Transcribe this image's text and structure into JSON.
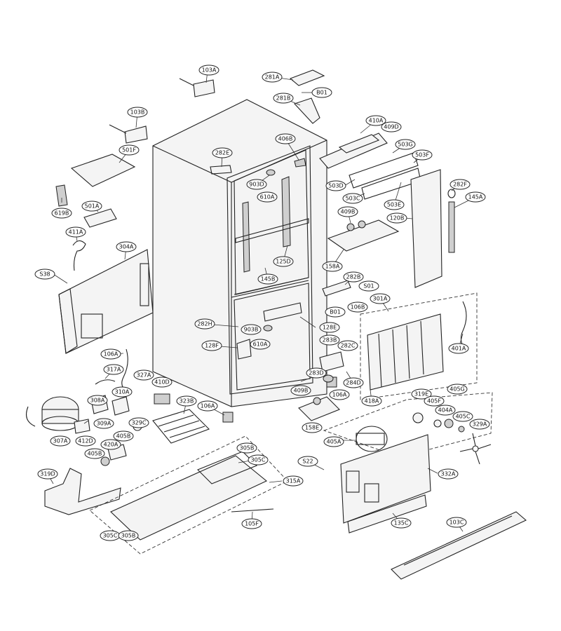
{
  "callouts": [
    {
      "id": "103A",
      "label": "103A"
    },
    {
      "id": "281A",
      "label": "281A"
    },
    {
      "id": "B01a",
      "label": "B01"
    },
    {
      "id": "281B",
      "label": "281B"
    },
    {
      "id": "103B",
      "label": "103B"
    },
    {
      "id": "406B",
      "label": "406B"
    },
    {
      "id": "410A",
      "label": "410A"
    },
    {
      "id": "409D",
      "label": "409D"
    },
    {
      "id": "501F",
      "label": "501F"
    },
    {
      "id": "282E",
      "label": "282E"
    },
    {
      "id": "503G",
      "label": "503G"
    },
    {
      "id": "503F",
      "label": "503F"
    },
    {
      "id": "903D",
      "label": "903D"
    },
    {
      "id": "610Aa",
      "label": "610A"
    },
    {
      "id": "503D",
      "label": "503D"
    },
    {
      "id": "282F",
      "label": "282F"
    },
    {
      "id": "145A",
      "label": "145A"
    },
    {
      "id": "619B",
      "label": "619B"
    },
    {
      "id": "503C",
      "label": "503C"
    },
    {
      "id": "503E",
      "label": "503E"
    },
    {
      "id": "501A",
      "label": "501A"
    },
    {
      "id": "409B",
      "label": "409B"
    },
    {
      "id": "120B",
      "label": "120B"
    },
    {
      "id": "411A",
      "label": "411A"
    },
    {
      "id": "304A",
      "label": "304A"
    },
    {
      "id": "125D",
      "label": "125D"
    },
    {
      "id": "158A",
      "label": "158A"
    },
    {
      "id": "S38",
      "label": "S38"
    },
    {
      "id": "145B",
      "label": "145B"
    },
    {
      "id": "282B",
      "label": "282B"
    },
    {
      "id": "S01",
      "label": "S01"
    },
    {
      "id": "301A",
      "label": "301A"
    },
    {
      "id": "106B",
      "label": "106B"
    },
    {
      "id": "B01b",
      "label": "B01"
    },
    {
      "id": "282H",
      "label": "282H"
    },
    {
      "id": "903B",
      "label": "903B"
    },
    {
      "id": "128E",
      "label": "128E"
    },
    {
      "id": "283B",
      "label": "283B"
    },
    {
      "id": "282C",
      "label": "282C"
    },
    {
      "id": "128F",
      "label": "128F"
    },
    {
      "id": "610Ab",
      "label": "610A"
    },
    {
      "id": "401A",
      "label": "401A"
    },
    {
      "id": "106Aa",
      "label": "106A"
    },
    {
      "id": "317A",
      "label": "317A"
    },
    {
      "id": "327A",
      "label": "327A"
    },
    {
      "id": "283D",
      "label": "283D"
    },
    {
      "id": "284D",
      "label": "284D"
    },
    {
      "id": "410D",
      "label": "410D"
    },
    {
      "id": "310A",
      "label": "310A"
    },
    {
      "id": "409Bb",
      "label": "409B"
    },
    {
      "id": "106Ab",
      "label": "106A"
    },
    {
      "id": "418A",
      "label": "418A"
    },
    {
      "id": "319E",
      "label": "319E"
    },
    {
      "id": "405G",
      "label": "405G"
    },
    {
      "id": "323B",
      "label": "323B"
    },
    {
      "id": "308A",
      "label": "308A"
    },
    {
      "id": "106Ac",
      "label": "106A"
    },
    {
      "id": "405F",
      "label": "405F"
    },
    {
      "id": "404A",
      "label": "404A"
    },
    {
      "id": "405C",
      "label": "405C"
    },
    {
      "id": "309A",
      "label": "309A"
    },
    {
      "id": "329C",
      "label": "329C"
    },
    {
      "id": "158E",
      "label": "158E"
    },
    {
      "id": "329A",
      "label": "329A"
    },
    {
      "id": "307A",
      "label": "307A"
    },
    {
      "id": "412D",
      "label": "412D"
    },
    {
      "id": "405B",
      "label": "405B"
    },
    {
      "id": "405A",
      "label": "405A"
    },
    {
      "id": "420A",
      "label": "420A"
    },
    {
      "id": "405Bb",
      "label": "405B"
    },
    {
      "id": "305B",
      "label": "305B"
    },
    {
      "id": "305C",
      "label": "305C"
    },
    {
      "id": "S22",
      "label": "S22"
    },
    {
      "id": "332A",
      "label": "332A"
    },
    {
      "id": "319D",
      "label": "319D"
    },
    {
      "id": "315A",
      "label": "315A"
    },
    {
      "id": "105F",
      "label": "105F"
    },
    {
      "id": "135C",
      "label": "135C"
    },
    {
      "id": "103C",
      "label": "103C"
    },
    {
      "id": "305Cb",
      "label": "305C"
    },
    {
      "id": "305Bb",
      "label": "305B"
    }
  ]
}
